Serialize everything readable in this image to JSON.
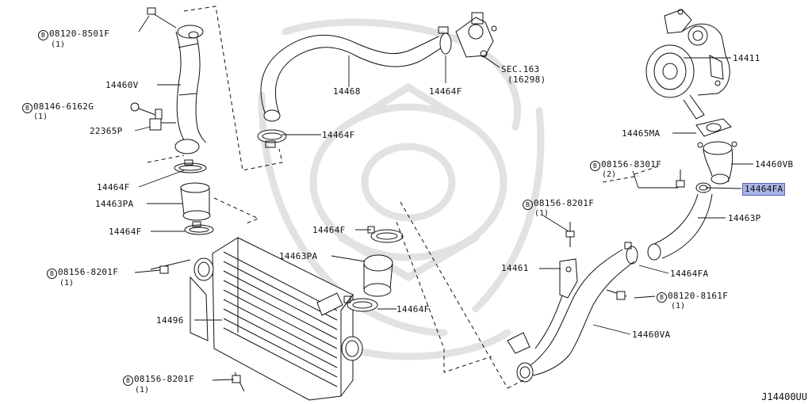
{
  "diagram": {
    "code": "J14400UU",
    "highlighted_part": "14464FA",
    "highlight_color": "#a9b3e3",
    "line_color": "#111111",
    "watermark_color": "#dedede",
    "bolt_symbol": "B",
    "labels": {
      "p14411": "14411",
      "p14465MA": "14465MA",
      "p14460VB": "14460VB",
      "p14464FA_top": "14464FA",
      "p14463P": "14463P",
      "p14464FA_mid": "14464FA",
      "p14461": "14461",
      "p14460VA": "14460VA",
      "p14468": "14468",
      "p14464F_a": "14464F",
      "p14464F_b": "14464F",
      "p14460V": "14460V",
      "p22365P": "22365P",
      "p14464F_c": "14464F",
      "p14463PA_a": "14463PA",
      "p14464F_d": "14464F",
      "p14464F_e": "14464F",
      "p14463PA_b": "14463PA",
      "p14464F_f": "14464F",
      "p14496": "14496",
      "sec163": "SEC.163",
      "sec163_ref": "(16298)"
    },
    "bolts": {
      "b1": {
        "number": "08120-8501F",
        "qty": "(1)"
      },
      "b2": {
        "number": "08146-6162G",
        "qty": "(1)"
      },
      "b3": {
        "number": "08156-8201F",
        "qty": "(1)"
      },
      "b4": {
        "number": "08156-8201F",
        "qty": "(1)"
      },
      "b5": {
        "number": "08156-8301F",
        "qty": "(2)"
      },
      "b6": {
        "number": "08156-8201F",
        "qty": "(1)"
      },
      "b7": {
        "number": "08120-8161F",
        "qty": "(1)"
      }
    }
  }
}
